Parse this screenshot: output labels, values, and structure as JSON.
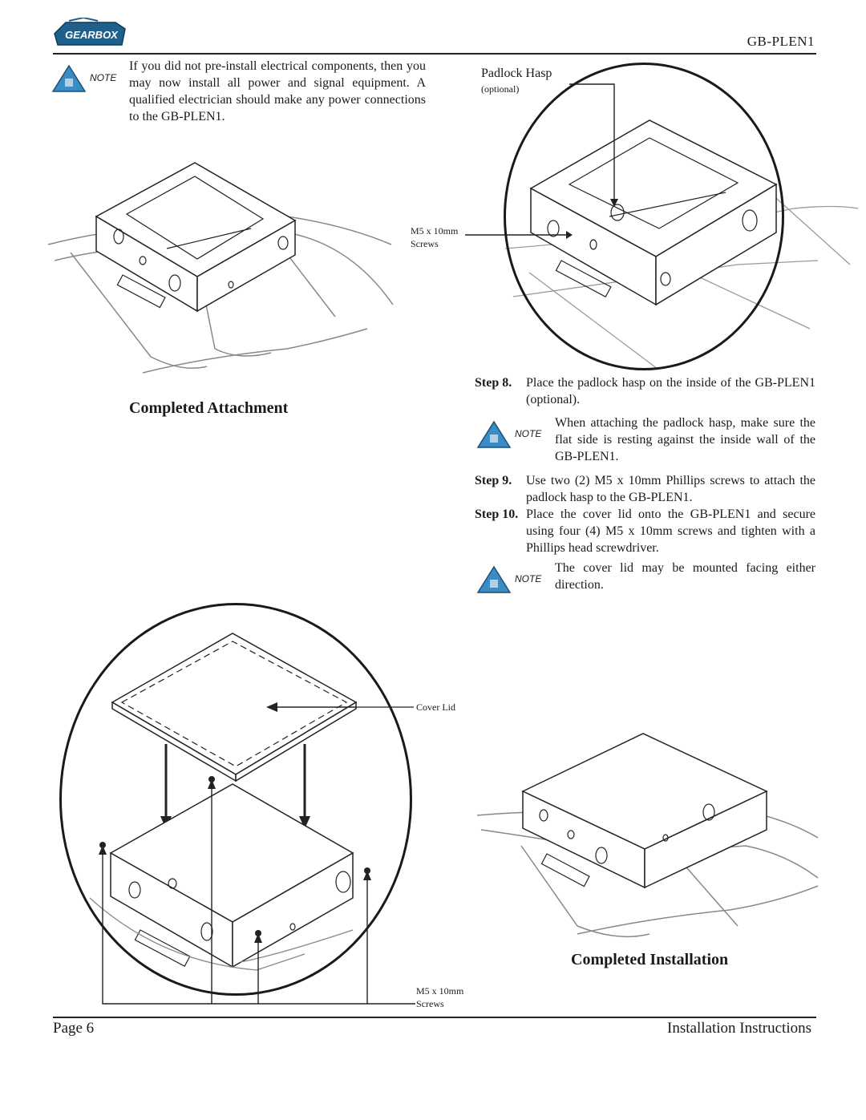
{
  "header": {
    "logo_text": "GEARBOX",
    "model": "GB-PLEN1"
  },
  "note_badge": "NOTE",
  "intro_note": "If you did not pre-install electrical components, then you may now install all power and signal equipment. A qualified electrician should make any power connections to the GB-PLEN1.",
  "figures": {
    "completed_attachment": "Completed Attachment",
    "padlock_hasp": "Padlock Hasp",
    "optional": "(optional)",
    "m5_screws_1": "M5 x 10mm",
    "screws_1": "Screws",
    "cover_lid": "Cover Lid",
    "m5_screws_2": "M5 x 10mm",
    "screws_2": "Screws",
    "completed_installation": "Completed Installation"
  },
  "steps": [
    {
      "label": "Step 8.",
      "text": "Place the padlock hasp on the inside of the GB-PLEN1 (optional)."
    },
    {
      "label": "Step 9.",
      "text": "Use two (2) M5 x 10mm Phillips screws to attach the padlock hasp to the GB-PLEN1."
    },
    {
      "label": "Step 10.",
      "text": "Place the cover lid onto the GB-PLEN1 and secure using four (4) M5 x 10mm screws and tighten with a Phillips head screwdriver."
    }
  ],
  "notes": {
    "hasp_note": "When attaching the padlock hasp, make sure the flat side is resting against the inside wall of the GB-PLEN1.",
    "lid_note": "The cover lid may be mounted facing either direction."
  },
  "footer": {
    "page": "Page 6",
    "doc": "Installation Instructions"
  }
}
